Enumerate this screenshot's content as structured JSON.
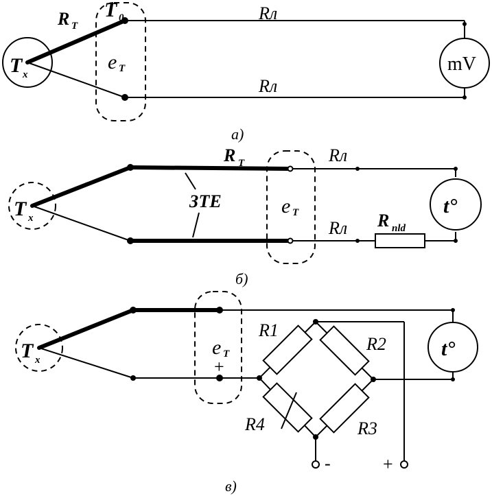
{
  "diagram_a": {
    "caption": "а)",
    "hot_junction_T": "T",
    "hot_junction_sub": "x",
    "cold_junction": "T",
    "cold_junction_sub": "0",
    "thermocouple_R": "R",
    "thermocouple_R_sub": "T",
    "emf_e": "e",
    "emf_sub": "T",
    "line_R_top": "Rл",
    "line_R_bottom": "Rл",
    "meter": "mV"
  },
  "diagram_b": {
    "caption": "б)",
    "hot_junction_T": "T",
    "hot_junction_sub": "x",
    "thermocouple_R": "R",
    "thermocouple_R_sub": "T",
    "extension_label": "ЗТЕ",
    "emf_e": "e",
    "emf_sub": "T",
    "line_R_top": "Rл",
    "line_R_bottom": "Rл",
    "adjust_R": "R",
    "adjust_R_sub": "пld",
    "meter": "t°"
  },
  "diagram_c": {
    "caption": "в)",
    "hot_junction_T": "T",
    "hot_junction_sub": "x",
    "emf_e": "e",
    "emf_sub": "T",
    "plus_mark": "+",
    "r1": "R1",
    "r2": "R2",
    "r3": "R3",
    "r4": "R4",
    "supply_minus": "-",
    "supply_plus": "+",
    "meter": "t°"
  }
}
